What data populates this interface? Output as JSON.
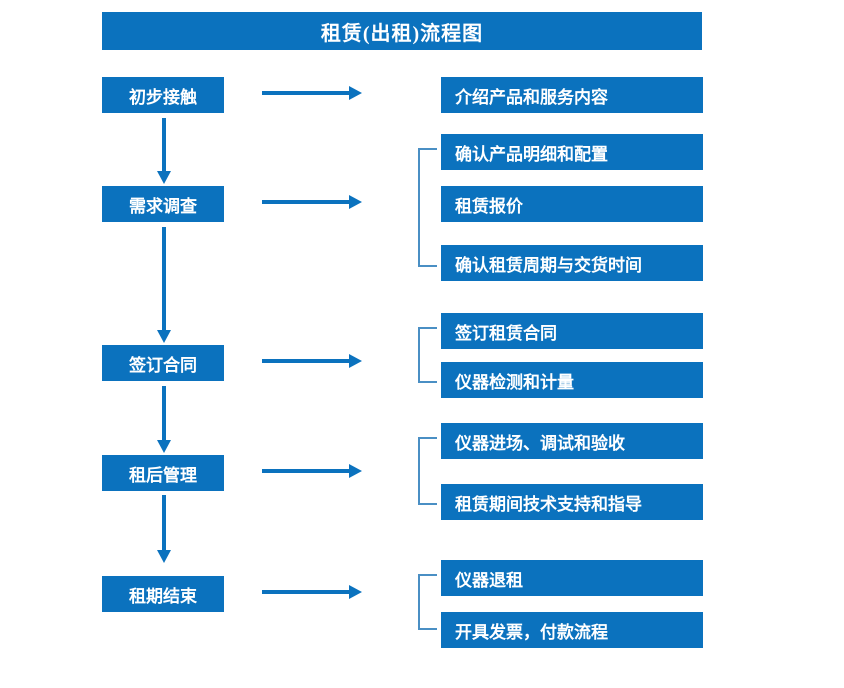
{
  "title": "租赁(出租)流程图",
  "colors": {
    "box_fill": "#0B72BE",
    "box_text": "#ffffff",
    "arrow": "#0B72BE",
    "bracket": "#4A8FC4",
    "background": "#ffffff"
  },
  "stages": [
    {
      "label": "初步接触",
      "details": [
        "介绍产品和服务内容"
      ]
    },
    {
      "label": "需求调查",
      "details": [
        "确认产品明细和配置",
        "租赁报价",
        "确认租赁周期与交货时间"
      ]
    },
    {
      "label": "签订合同",
      "details": [
        "签订租赁合同",
        "仪器检测和计量"
      ]
    },
    {
      "label": "租后管理",
      "details": [
        "仪器进场、调试和验收",
        "租赁期间技术支持和指导"
      ]
    },
    {
      "label": "租期结束",
      "details": [
        "仪器退租",
        "开具发票，付款流程"
      ]
    }
  ]
}
